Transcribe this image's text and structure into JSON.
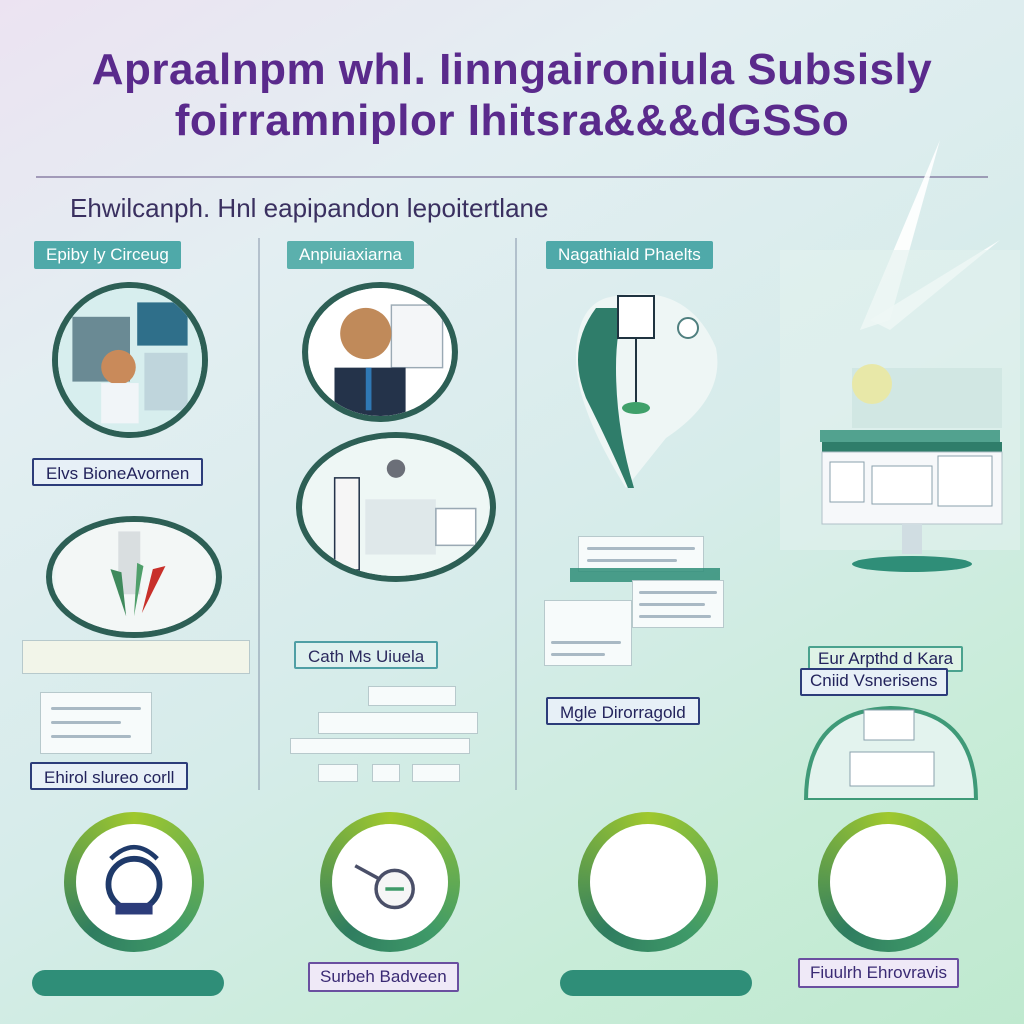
{
  "header": {
    "title_line1": "Apraalnpm whl. Iinngaironiula Subsisly",
    "title_line2": "foirramniplor Ihitsra&&&dGSSo",
    "subtitle": "Ehwilcanph. Hnl eapipandon  lepoitertlane"
  },
  "columns": [
    {
      "tag": "Epiby ly Circeug",
      "label": "Elvs BioneAvornen",
      "footer_tag": "Ehirol slureo corll"
    },
    {
      "tag": "Anpiuiaxiarna",
      "label": "Cath Ms Uiuela"
    },
    {
      "tag": "Nagathiald Phaelts",
      "label": "Mgle Dirorragold"
    },
    {
      "tag_line1": "Eur Arpthd d Kara",
      "tag_line2": "Cniid Vsnerisens"
    }
  ],
  "bottom_row": [
    {
      "icon": "stethoscope-icon"
    },
    {
      "icon": "pill-icon",
      "label": "Surbeh Badveen"
    },
    {
      "icon": "blank-icon"
    },
    {
      "icon": "blank-icon",
      "label": "Fiuulrh Ehrovravis"
    }
  ],
  "colors": {
    "title": "#5a2a8c",
    "teal": "#2f8e78",
    "ring_green": "#9fc82e",
    "navy": "#2c3c7a"
  }
}
